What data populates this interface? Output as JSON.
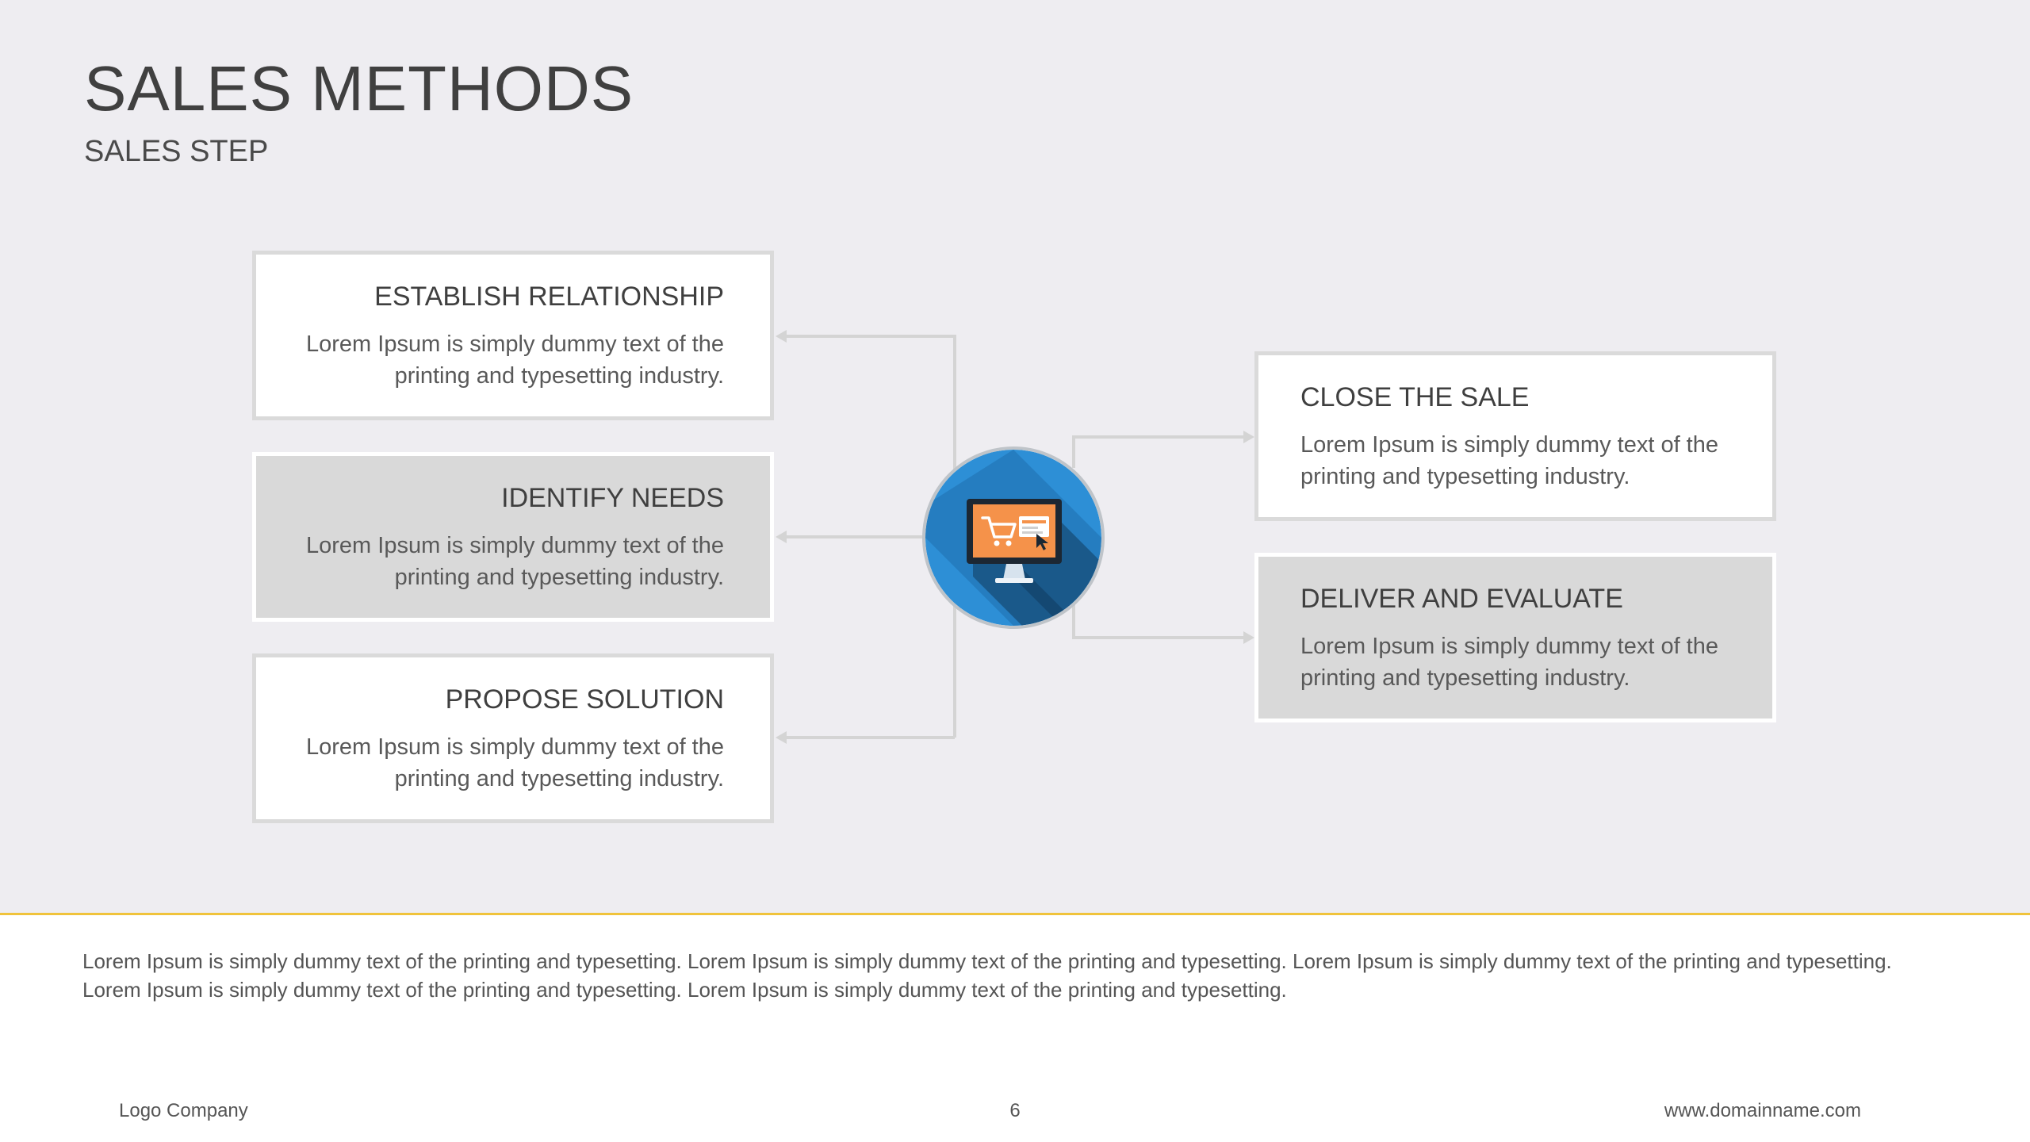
{
  "slide": {
    "title": "SALES METHODS",
    "subtitle": "SALES STEP"
  },
  "steps": [
    {
      "title": "ESTABLISH RELATIONSHIP",
      "body": "Lorem Ipsum is simply dummy text of the printing and typesetting industry."
    },
    {
      "title": "IDENTIFY NEEDS",
      "body": "Lorem Ipsum is simply dummy text of the printing and typesetting industry."
    },
    {
      "title": "PROPOSE SOLUTION",
      "body": "Lorem Ipsum is simply dummy text of the printing and typesetting industry."
    },
    {
      "title": "CLOSE THE SALE",
      "body": "Lorem Ipsum is simply dummy text of the printing and typesetting industry."
    },
    {
      "title": "DELIVER AND EVALUATE",
      "body": "Lorem Ipsum is simply dummy text of the printing and typesetting industry."
    }
  ],
  "hub": {
    "icon": "shopping-cart-monitor-icon"
  },
  "footnote": "Lorem Ipsum is simply dummy text of the printing and typesetting. Lorem Ipsum is simply dummy text of the printing and typesetting. Lorem Ipsum is simply dummy text of the printing and typesetting. Lorem Ipsum is simply dummy text of the printing and typesetting. Lorem Ipsum is simply dummy text of the printing and typesetting.",
  "footer": {
    "left": "Logo Company",
    "page_number": "6",
    "right": "www.domainname.com"
  },
  "colors": {
    "background": "#eeedf1",
    "accent_rule": "#f0c33c",
    "hub_blue": "#2d8fd6",
    "hub_dark_blue": "#1a5f92",
    "screen_orange": "#f5924a",
    "connector": "#d4d4d4"
  }
}
